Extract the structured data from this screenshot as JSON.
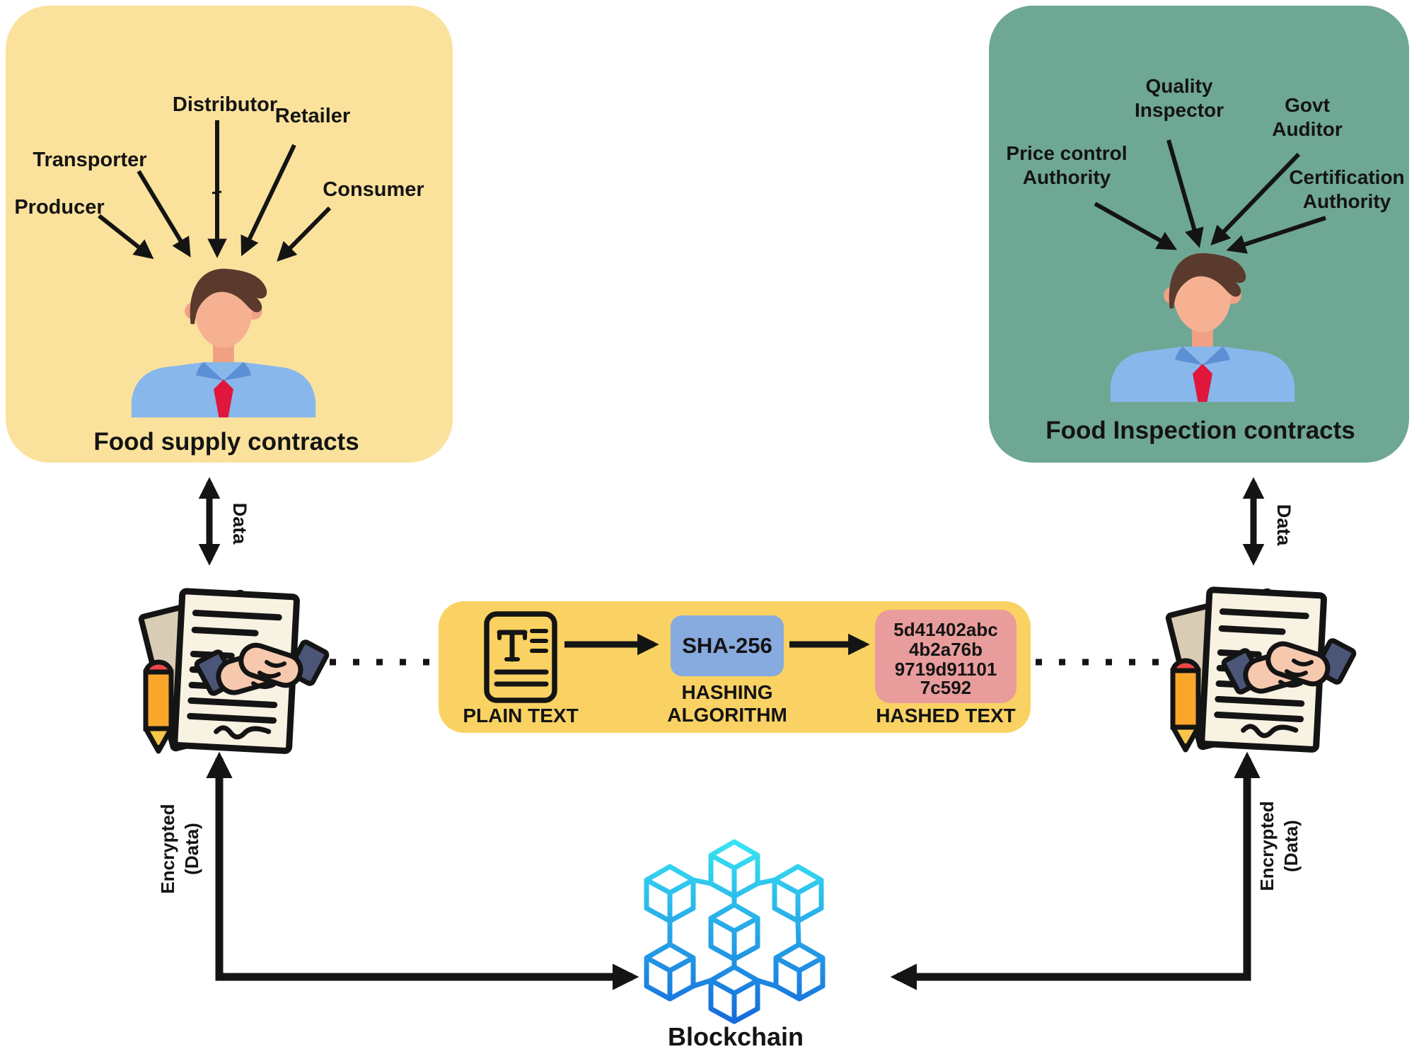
{
  "supply_box": {
    "title": "Food supply contracts",
    "stakeholders": [
      "Producer",
      "Transporter",
      "Distributor",
      "Retailer",
      "Consumer"
    ]
  },
  "inspection_box": {
    "title": "Food Inspection contracts",
    "stakeholders": [
      {
        "line1": "Price control",
        "line2": "Authority"
      },
      {
        "line1": "Quality",
        "line2": "Inspector"
      },
      {
        "line1": "Govt",
        "line2": "Auditor"
      },
      {
        "line1": "Certification",
        "line2": "Authority"
      }
    ]
  },
  "hashing_panel": {
    "plain_text_label": "PLAIN TEXT",
    "algorithm_name": "SHA-256",
    "algorithm_label": {
      "line1": "HASHING",
      "line2": "ALGORITHM"
    },
    "hash_value_lines": [
      "5d41402abc",
      "4b2a76b",
      "9719d91101",
      "7c592"
    ],
    "hashed_text_label": "HASHED TEXT"
  },
  "connections": {
    "data_label": "Data",
    "encrypted_label": {
      "line1": "Encrypted",
      "line2": "(Data)"
    }
  },
  "blockchain": {
    "label": "Blockchain"
  },
  "colors": {
    "supply_box_bg": "#FBE29C",
    "inspection_box_bg": "#6FA795",
    "hashing_panel_bg": "#F9D263",
    "sha_box_bg": "#87AADF",
    "hashed_box_bg": "#E99C9C",
    "blockchain_gradient_top": "#38E6F3",
    "blockchain_gradient_bottom": "#1568DB",
    "arrow_color": "#141414"
  },
  "icons": {
    "avatar": "person-avatar",
    "contract": "contract-document-with-handshake",
    "pencil": "pencil",
    "plain_text": "text-document",
    "blockchain": "blockchain-cube-network"
  }
}
